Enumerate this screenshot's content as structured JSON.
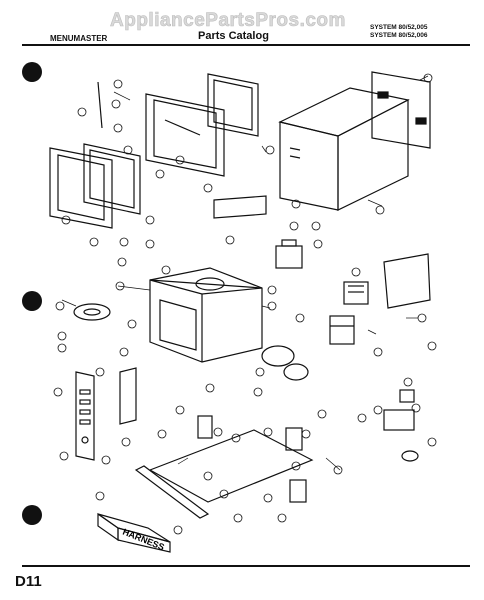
{
  "header": {
    "watermark": "AppliancePartsPros.com",
    "brand": "MENUMASTER",
    "catalog_title": "Parts Catalog",
    "system_line_1": "SYSTEM 80/52,005",
    "system_line_2": "SYSTEM 80/52,006"
  },
  "diagram": {
    "harness_label": "HARNESS"
  },
  "footer": {
    "page_id": "D11"
  }
}
